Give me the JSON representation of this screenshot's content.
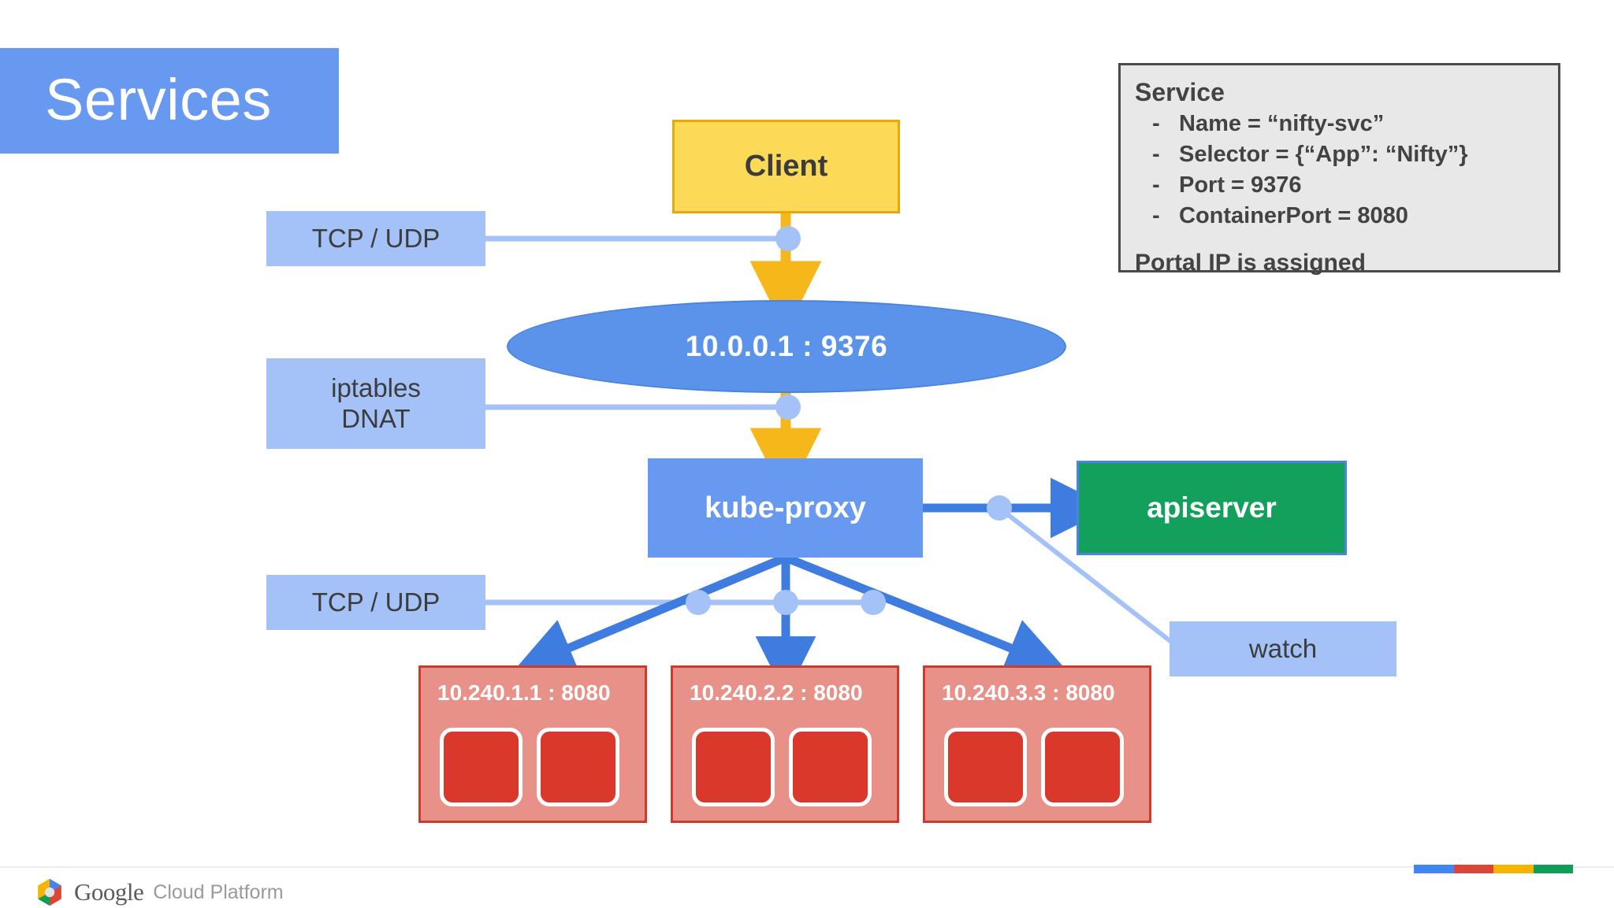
{
  "slide": {
    "title": "Services",
    "background_color": "#ffffff"
  },
  "nodes": {
    "client": {
      "label": "Client",
      "fill": "#fdd958",
      "stroke": "#e9a808"
    },
    "portal": {
      "label": "10.0.0.1 : 9376",
      "fill": "#5b93ea"
    },
    "kube_proxy": {
      "label": "kube-proxy",
      "fill": "#6699ef"
    },
    "apiserver": {
      "label": "apiserver",
      "fill": "#13a05c",
      "stroke": "#4a84e0"
    }
  },
  "annotations": {
    "tcp_udp_top": "TCP / UDP",
    "iptables_dnat_line1": "iptables",
    "iptables_dnat_line2": "DNAT",
    "tcp_udp_bottom": "TCP / UDP",
    "watch": "watch",
    "fill": "#a4c2f7"
  },
  "pods": [
    {
      "address": "10.240.1.1 : 8080",
      "containers": 2
    },
    {
      "address": "10.240.2.2 : 8080",
      "containers": 2
    },
    {
      "address": "10.240.3.3 : 8080",
      "containers": 2
    }
  ],
  "spec_callout": {
    "title": "Service",
    "items": [
      {
        "bullet": "-",
        "text": "Name = “nifty-svc”"
      },
      {
        "bullet": "-",
        "text": "Selector = {“App”: “Nifty”}"
      },
      {
        "bullet": "-",
        "text": "Port = 9376"
      },
      {
        "bullet": "-",
        "text": "ContainerPort = 8080"
      }
    ],
    "footer": "Portal IP is assigned"
  },
  "footer": {
    "brand_primary": "Google",
    "brand_secondary": "Cloud Platform",
    "bar_colors": [
      "#4285f4",
      "#db4437",
      "#f4b400",
      "#0f9d58"
    ]
  }
}
